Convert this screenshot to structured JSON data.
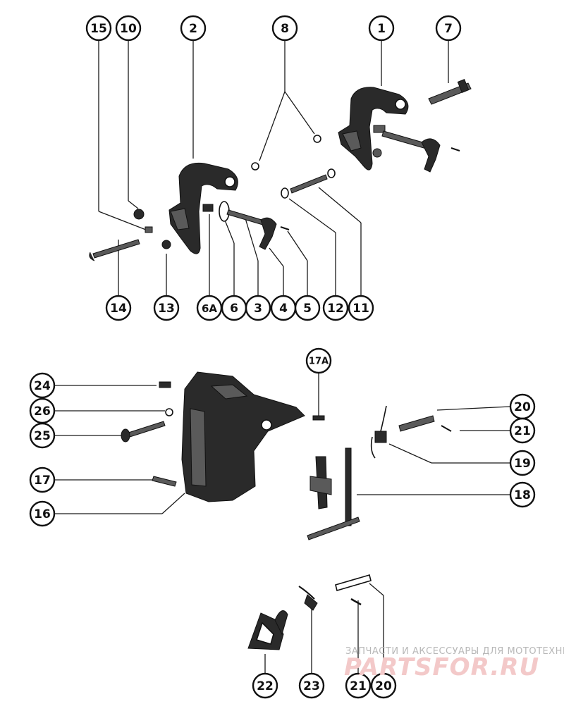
{
  "callouts": [
    {
      "id": "c15",
      "label": "15"
    },
    {
      "id": "c10",
      "label": "10"
    },
    {
      "id": "c2",
      "label": "2"
    },
    {
      "id": "c8",
      "label": "8"
    },
    {
      "id": "c1",
      "label": "1"
    },
    {
      "id": "c7",
      "label": "7"
    },
    {
      "id": "c14",
      "label": "14"
    },
    {
      "id": "c13",
      "label": "13"
    },
    {
      "id": "c6A",
      "label": "6A"
    },
    {
      "id": "c6",
      "label": "6"
    },
    {
      "id": "c3",
      "label": "3"
    },
    {
      "id": "c4",
      "label": "4"
    },
    {
      "id": "c5",
      "label": "5"
    },
    {
      "id": "c12",
      "label": "12"
    },
    {
      "id": "c11",
      "label": "11"
    },
    {
      "id": "c17A",
      "label": "17A"
    },
    {
      "id": "c24",
      "label": "24"
    },
    {
      "id": "c26",
      "label": "26"
    },
    {
      "id": "c25",
      "label": "25"
    },
    {
      "id": "c17",
      "label": "17"
    },
    {
      "id": "c16",
      "label": "16"
    },
    {
      "id": "c20a",
      "label": "20"
    },
    {
      "id": "c21a",
      "label": "21"
    },
    {
      "id": "c19",
      "label": "19"
    },
    {
      "id": "c18",
      "label": "18"
    },
    {
      "id": "c22",
      "label": "22"
    },
    {
      "id": "c23",
      "label": "23"
    },
    {
      "id": "c21b",
      "label": "21"
    },
    {
      "id": "c20b",
      "label": "20"
    }
  ],
  "watermark": {
    "caption": "ЗАПЧАСТИ И АКСЕССУАРЫ ДЛЯ МОТОТЕХНИКИ",
    "logo": "PARTSFOR.RU"
  }
}
